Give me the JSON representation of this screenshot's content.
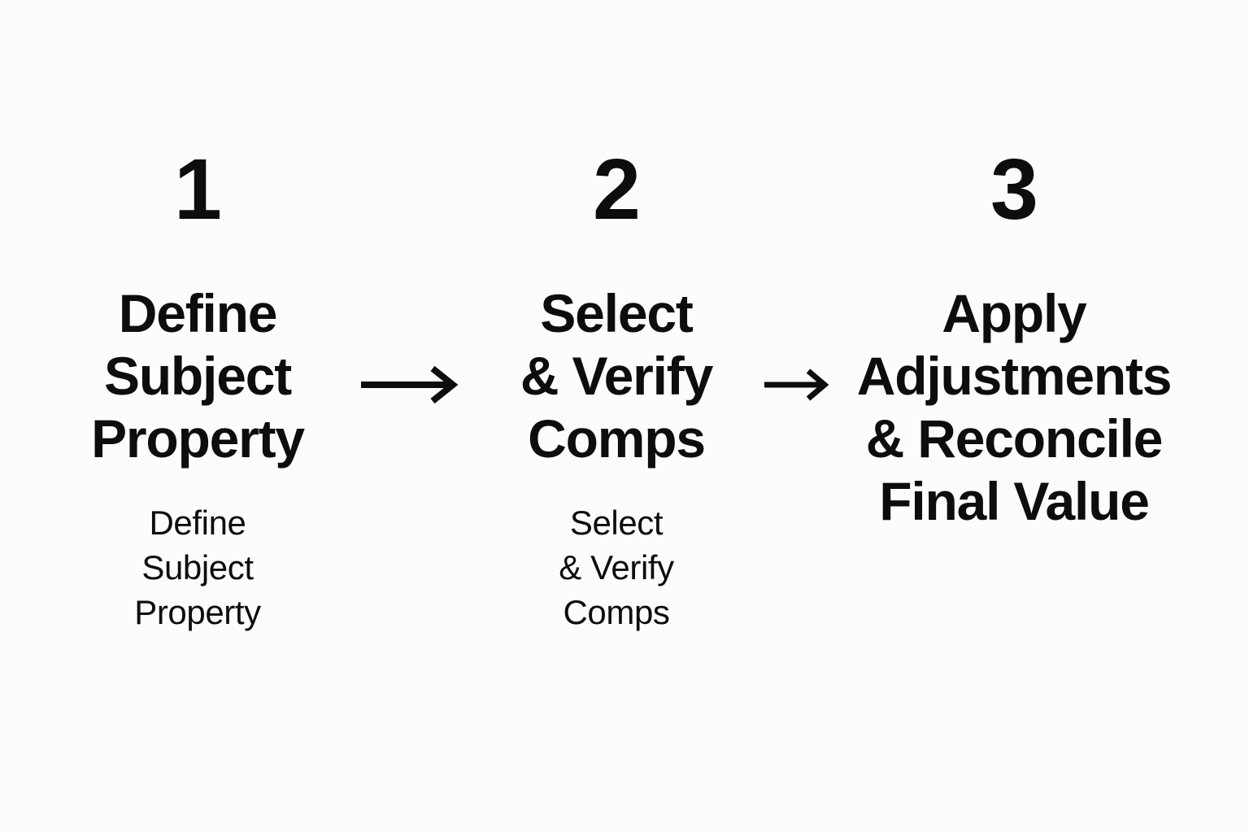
{
  "diagram": {
    "type": "horizontal-process-flow",
    "background_color": "#FCFCFC",
    "text_color": "#0D0D0D",
    "steps": [
      {
        "number": "1",
        "title": "Define\nSubject\nProperty",
        "subtitle": "Define\nSubject\nProperty"
      },
      {
        "number": "2",
        "title": "Select\n& Verify\nComps",
        "subtitle": "Select\n& Verify\nComps"
      },
      {
        "number": "3",
        "title": "Apply\nAdjustments\n& Reconcile\nFinal Value",
        "subtitle": ""
      }
    ],
    "connectors": [
      {
        "name": "arrow-1",
        "glyph": "right-arrow",
        "from_step": "1",
        "to_step": "2"
      },
      {
        "name": "arrow-2",
        "glyph": "right-arrow",
        "from_step": "2",
        "to_step": "3"
      }
    ]
  }
}
